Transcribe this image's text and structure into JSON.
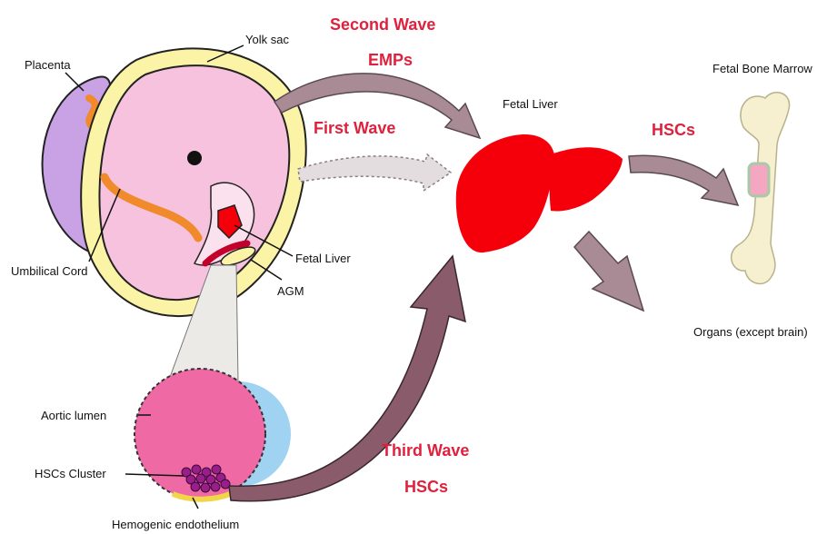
{
  "colors": {
    "wave_text": "#e0213d",
    "arrow_fill": "#a98b96",
    "arrow_stroke": "#5a4a50",
    "third_arrow_fill": "#8a5b6a",
    "liver": "#f5000a",
    "yolk_sac": "#fbf3a6",
    "embryo": "#f6c2dd",
    "placenta": "#c9a2e6",
    "placenta_vessel": "#f08a2a",
    "aorta": "#ef6aa5",
    "aorta_outer": "#9fd3f1",
    "bone": "#f6efd0"
  },
  "labels": {
    "placenta": "Placenta",
    "yolk_sac": "Yolk sac",
    "umbilical_cord": "Umbilical Cord",
    "fetal_liver_embryo": "Fetal Liver",
    "agm": "AGM",
    "aortic_lumen": "Aortic lumen",
    "hscs_cluster": "HSCs Cluster",
    "hemogenic_endothelium": "Hemogenic endothelium",
    "fetal_liver": "Fetal Liver",
    "fetal_bone_marrow": "Fetal Bone Marrow",
    "organs": "Organs (except brain)"
  },
  "waves": {
    "second_wave": "Second Wave",
    "second_wave_cells": "EMPs",
    "first_wave": "First Wave",
    "third_wave": "Third Wave",
    "third_wave_cells": "HSCs",
    "bone_marrow_cells": "HSCs"
  }
}
